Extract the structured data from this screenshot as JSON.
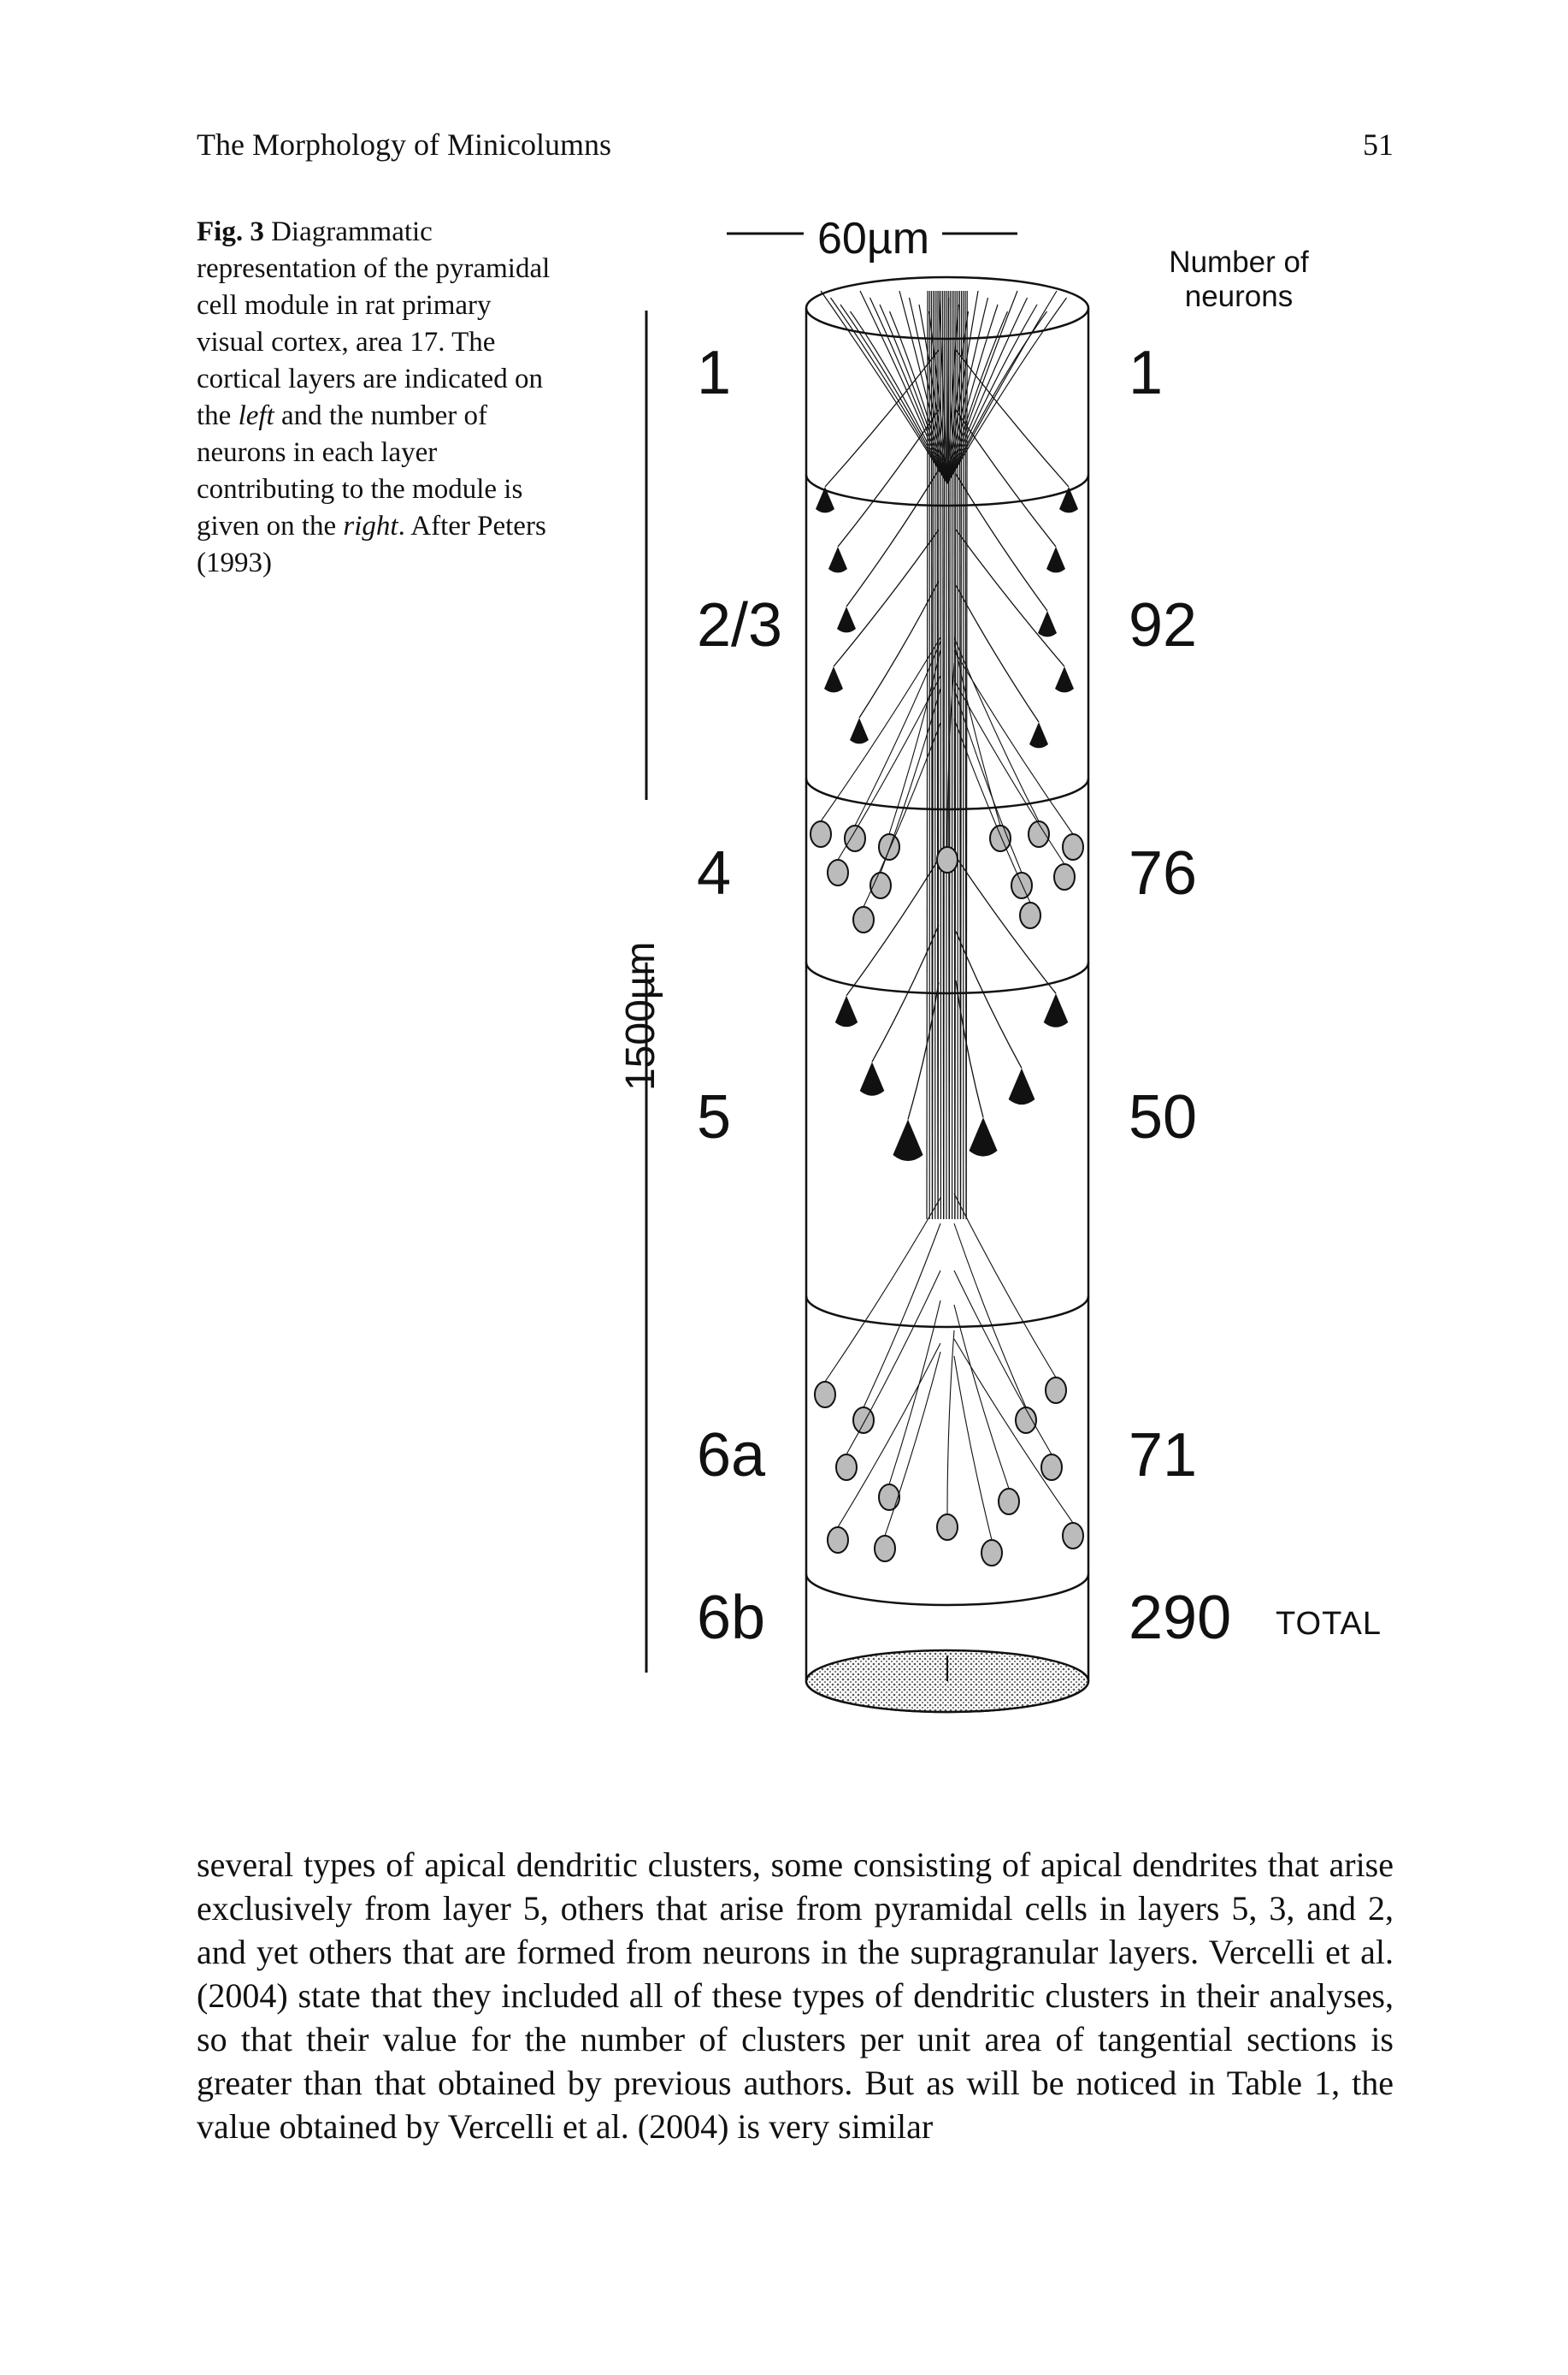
{
  "header": {
    "running_title": "The Morphology of Minicolumns",
    "page_number": "51"
  },
  "caption": {
    "figure_label": "Fig. 3",
    "text_parts": [
      " Diagrammatic representation of the pyramidal cell module in rat primary visual cortex, area 17. The cortical layers are indicated on the ",
      "left",
      " and the number of neurons in each layer contributing to the module is given on the ",
      "right",
      ". After Peters (1993)"
    ]
  },
  "figure": {
    "width_scale_label": "60µm",
    "height_scale_label": "1500µm",
    "neurons_header": "Number of neurons",
    "layers": [
      {
        "name": "1",
        "count": "1"
      },
      {
        "name": "2/3",
        "count": "92"
      },
      {
        "name": "4",
        "count": "76"
      },
      {
        "name": "5",
        "count": "50"
      },
      {
        "name": "6a",
        "count": "71"
      },
      {
        "name": "6b",
        "count": "290"
      }
    ],
    "total_label": "TOTAL"
  },
  "body_text": "several types of apical dendritic clusters, some consisting of apical dendrites that arise exclusively from layer 5, others that arise from pyramidal cells in layers 5, 3, and 2, and yet others that are formed from neurons in the supragranular layers. Vercelli et al. (2004) state that they included all of these types of dendritic clusters in their analyses, so that their value for the number of clusters per unit area of tangential sections is greater than that obtained by previous authors. But as will be noticed in Table 1, the value obtained by Vercelli et al. (2004) is very similar"
}
